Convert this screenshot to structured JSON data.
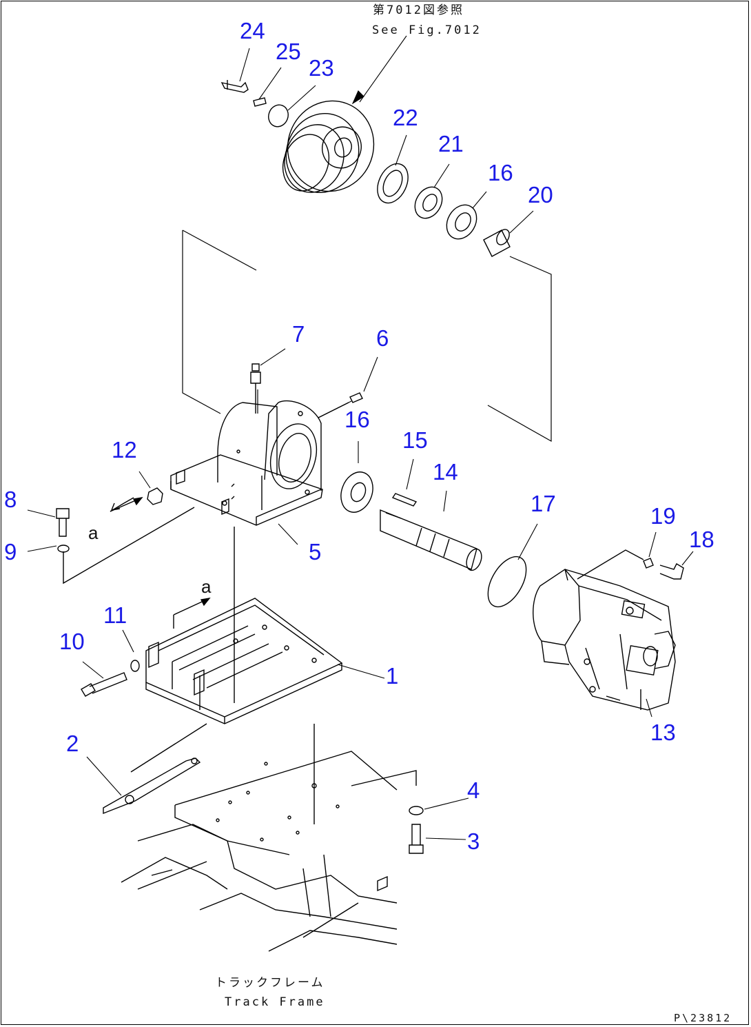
{
  "notes": {
    "see_fig_jp": "第7012図参照",
    "see_fig_en": "See Fig.7012",
    "track_frame_jp": "トラックフレーム",
    "track_frame_en": "Track Frame",
    "drawing_code": "P\\23812"
  },
  "view_letters": [
    "a",
    "a"
  ],
  "callouts": [
    "1",
    "2",
    "3",
    "4",
    "5",
    "6",
    "7",
    "8",
    "9",
    "10",
    "11",
    "12",
    "13",
    "14",
    "15",
    "16",
    "16",
    "17",
    "18",
    "19",
    "20",
    "21",
    "22",
    "23",
    "24",
    "25"
  ],
  "colors": {
    "callout": "#1a1ae6",
    "line": "#000000",
    "background": "#ffffff"
  }
}
